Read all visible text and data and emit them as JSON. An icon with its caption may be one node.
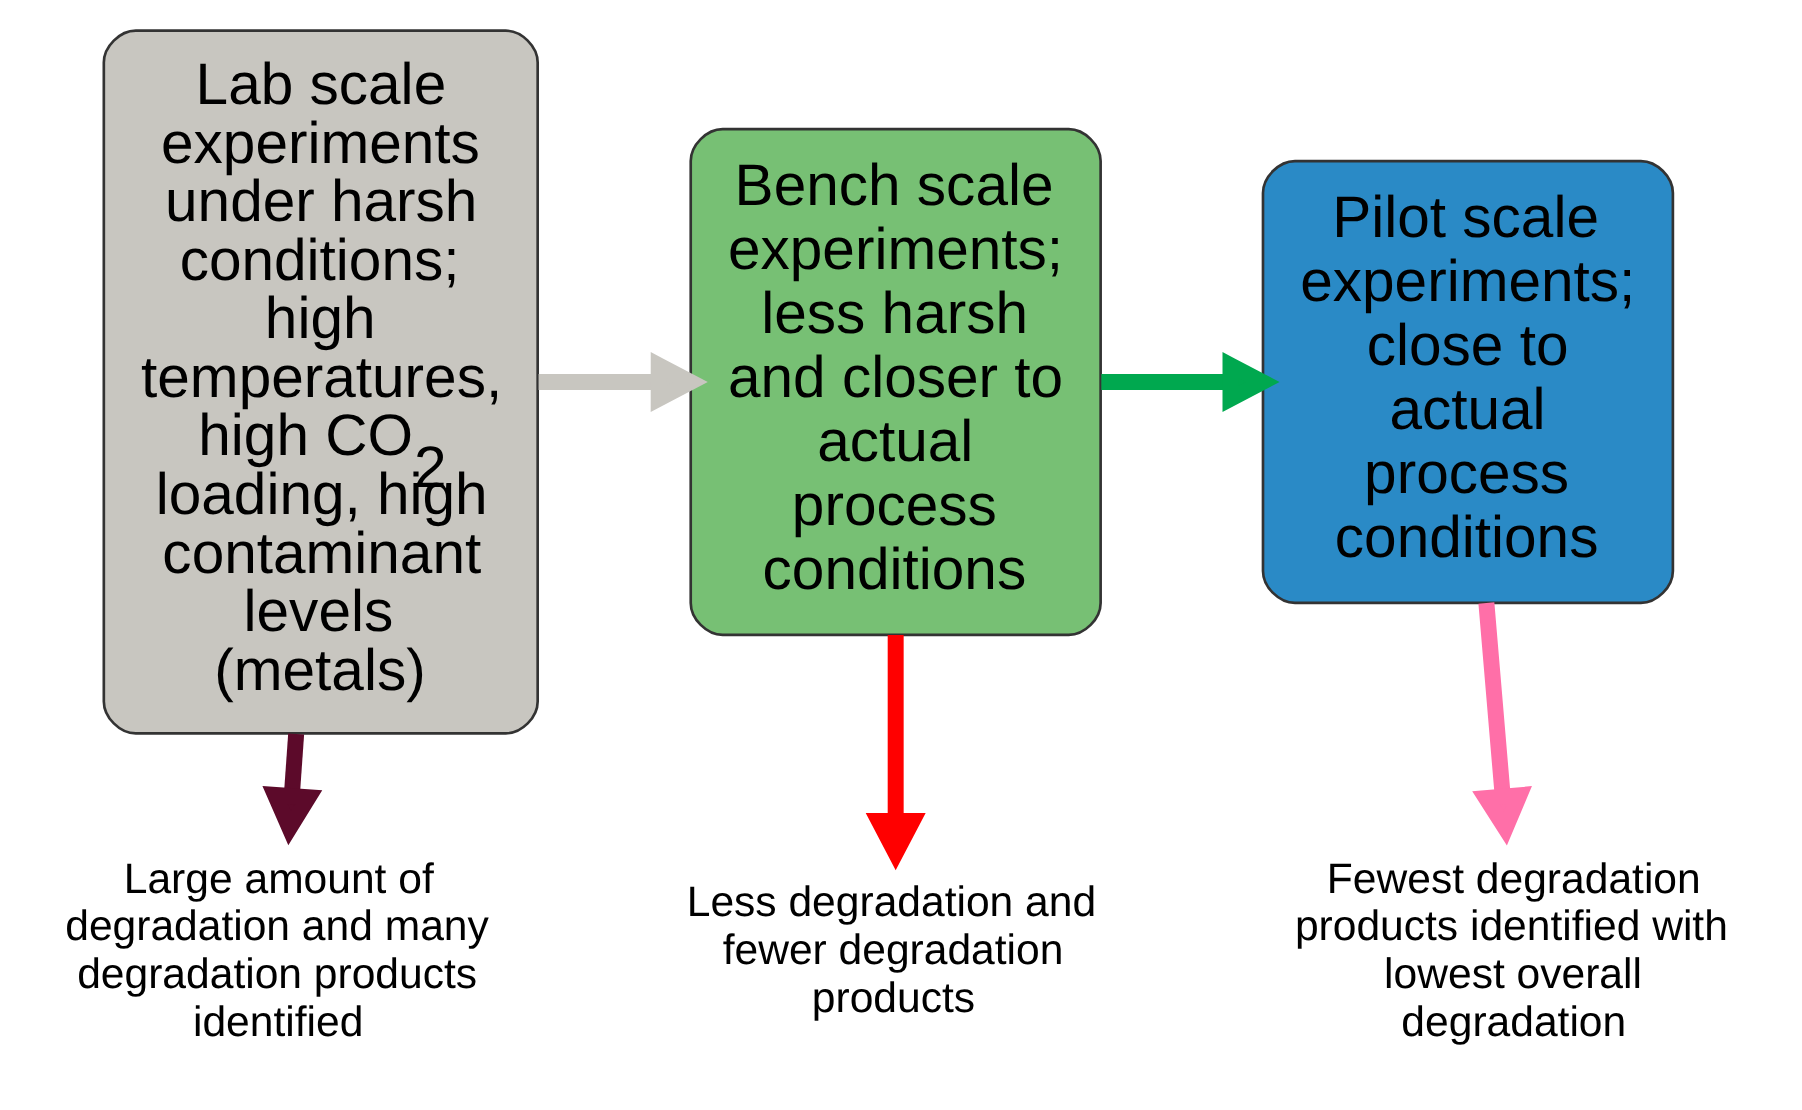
{
  "diagram": {
    "nodes": [
      {
        "text": [
          "Lab scale experiments under harsh conditions; high temperatures, high CO$_{2}$ loading, high contaminant levels (metals)"
        ]
      },
      {
        "text": [
          "Bench scale experiments; less harsh and closer to actual process conditions"
        ]
      },
      {
        "text": [
          "Pilot scale experiments; close to actual process conditions"
        ]
      },
      {
        "text": [
          "Large amount of degradation and many degradation products identified"
        ]
      },
      {
        "text": [
          "Less degradation and fewer degradation products"
        ]
      },
      {
        "text": [
          "Fewest degradation products identified with lowest overall degradation"
        ]
      }
    ],
    "edges": [
      {
        "from": 0,
        "to": 1,
        "arrow": "to",
        "color": "#c8c6c0"
      },
      {
        "from": 1,
        "to": 2,
        "arrow": "to",
        "color": "#00a84f"
      },
      {
        "from": 0,
        "to": 3,
        "arrow": "to",
        "color": "#5c0a2a"
      },
      {
        "from": 1,
        "to": 4,
        "arrow": "to",
        "color": "#ff0000"
      },
      {
        "from": 2,
        "to": 5,
        "arrow": "to",
        "color": "#ff6fa8"
      }
    ]
  }
}
